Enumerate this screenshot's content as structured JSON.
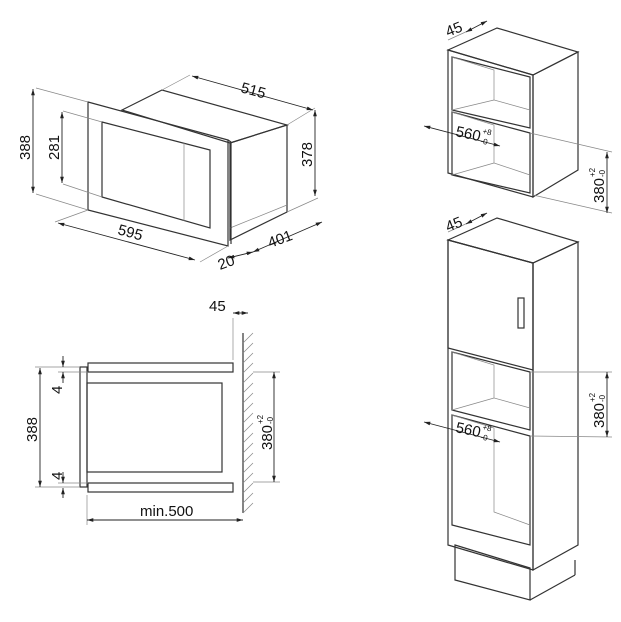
{
  "iso_view": {
    "width": "515",
    "height_total": "388",
    "window_height": "281",
    "body_height": "378",
    "front_width": "595",
    "frame_depth": "20",
    "body_depth": "401"
  },
  "side_view": {
    "gap": "45",
    "height": "388",
    "top_clearance": "4",
    "bottom_clearance": "4",
    "niche_height": {
      "value": "380",
      "upper": "+2",
      "lower": "-0"
    },
    "min_depth": "min.500"
  },
  "wall_cabinet": {
    "depth_offset": "45",
    "niche_width": {
      "value": "560",
      "upper": "+8",
      "lower": "-0"
    },
    "niche_height": {
      "value": "380",
      "upper": "+2",
      "lower": "-0"
    }
  },
  "tall_cabinet": {
    "depth_offset": "45",
    "niche_width": {
      "value": "560",
      "upper": "+8",
      "lower": "-0"
    },
    "niche_height": {
      "value": "380",
      "upper": "+2",
      "lower": "-0"
    }
  }
}
